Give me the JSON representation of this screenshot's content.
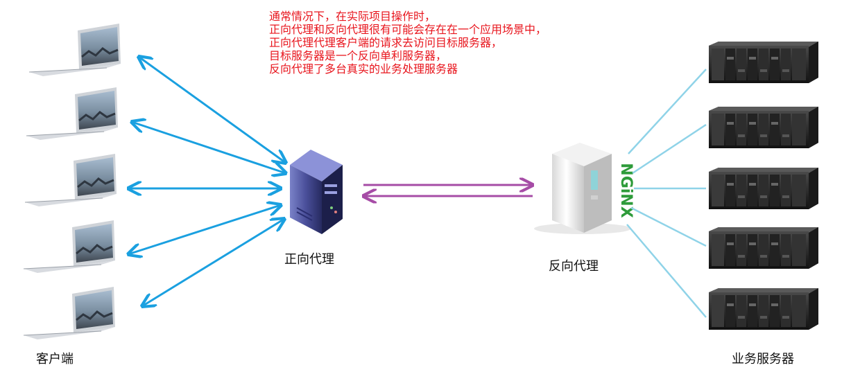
{
  "note": {
    "lines": [
      "通常情况下，在实际项目操作时，",
      "正向代理和反向代理很有可能会存在在一个应用场景中，",
      "正向代理代理客户端的请求去访问目标服务器，",
      "目标服务器是一个反向单利服务器，",
      "反向代理了多台真实的业务处理服务器"
    ]
  },
  "labels": {
    "clients": "客户端",
    "forward_proxy": "正向代理",
    "reverse_proxy": "反向代理",
    "business_servers": "业务服务器"
  },
  "nginx_logo": "NGiNX",
  "colors": {
    "note_text": "#e8141c",
    "client_arrows": "#1aa0e0",
    "proxy_link": "#a64ca6",
    "server_lines": "#8fd3e8",
    "nginx_green": "#2e9b3a"
  },
  "icons": {
    "client": "laptop-icon",
    "forward_proxy": "tower-server-icon",
    "reverse_proxy": "nginx-server-icon",
    "server": "rack-server-icon"
  }
}
